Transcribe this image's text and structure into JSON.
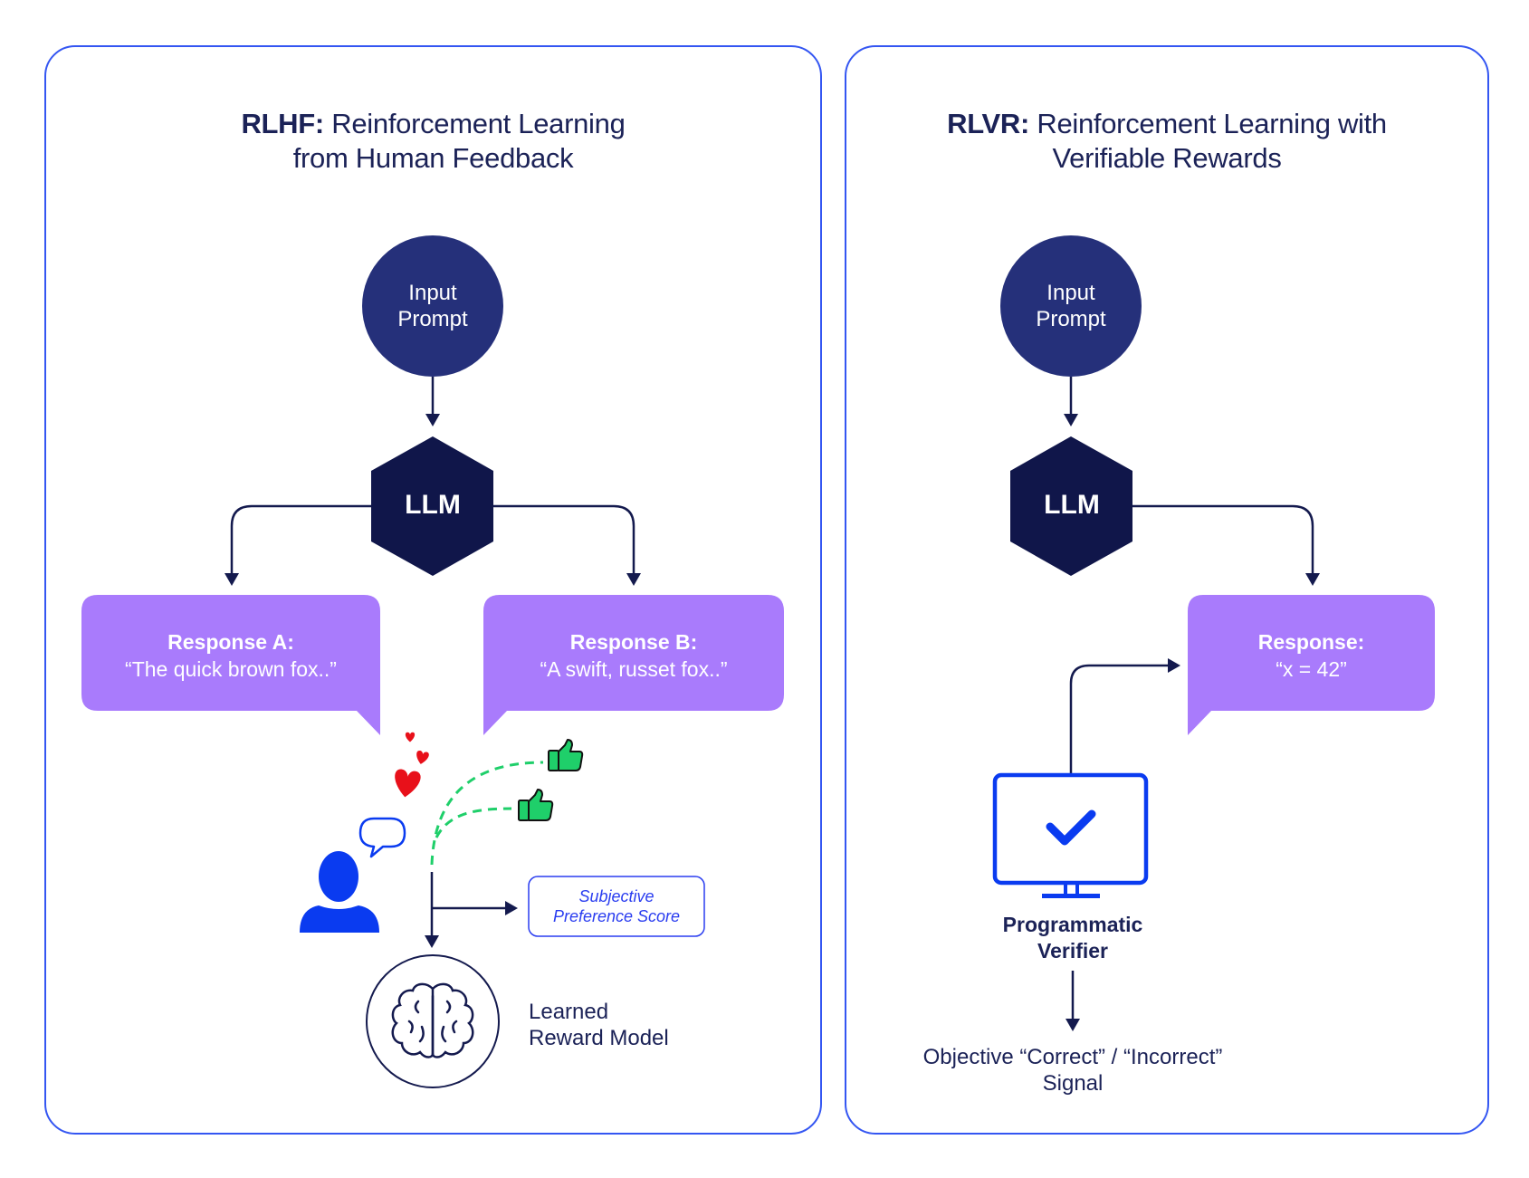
{
  "rlhf": {
    "title_abbr": "RLHF:",
    "title_rest_line1": "Reinforcement Learning",
    "title_line2": "from Human Feedback",
    "input_node": {
      "line1": "Input",
      "line2": "Prompt"
    },
    "llm_label": "LLM",
    "response_a": {
      "heading": "Response A:",
      "text": "“The quick brown fox..”"
    },
    "response_b": {
      "heading": "Response B:",
      "text": "“A swift, russet fox..”"
    },
    "score_box": {
      "line1": "Subjective",
      "line2": "Preference Score"
    },
    "reward_model": {
      "line1": "Learned",
      "line2": "Reward Model"
    },
    "icons": [
      "person-icon",
      "speech-bubble-icon",
      "heart-icon",
      "thumbs-up-icon",
      "brain-icon"
    ]
  },
  "rlvr": {
    "title_abbr": "RLVR:",
    "title_rest_line1": "Reinforcement Learning with",
    "title_line2": "Verifiable Rewards",
    "input_node": {
      "line1": "Input",
      "line2": "Prompt"
    },
    "llm_label": "LLM",
    "response": {
      "heading": "Response:",
      "text": "“x = 42”"
    },
    "verifier": {
      "line1": "Programmatic",
      "line2": "Verifier"
    },
    "signal": {
      "line1": "Objective “Correct” / “Incorrect”",
      "line2": "Signal"
    },
    "icons": [
      "monitor-check-icon"
    ]
  },
  "colors": {
    "panel_border": "#3456f2",
    "title_text": "#1b2257",
    "input_node": "#25307a",
    "llm_node": "#10164a",
    "arrow": "#141a4e",
    "response_bubble": "#a97bfc",
    "accent_blue": "#0a3bf0",
    "heart_red": "#e8101a",
    "thumb_green": "#1fcf6a"
  }
}
